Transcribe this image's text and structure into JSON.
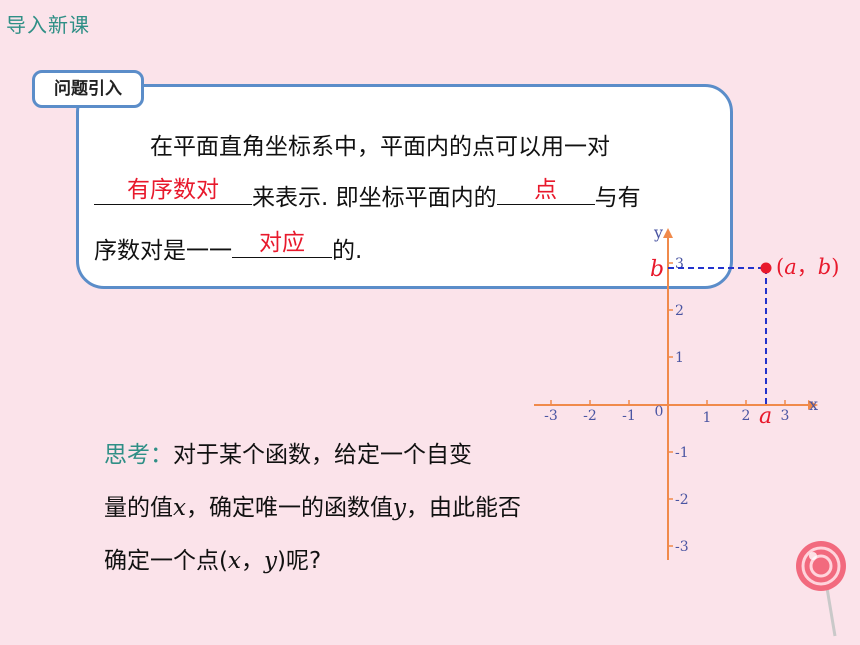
{
  "header": {
    "title": "导入新课"
  },
  "badge": {
    "label": "问题引入"
  },
  "question": {
    "line1": "在平面直角坐标系中，平面内的点可以用一对",
    "line2_mid": "来表示. 即坐标平面内的",
    "line2_end": "与有",
    "line3_start": "序数对是一一",
    "line3_end": "的.",
    "answer1": "有序数对",
    "answer2": "点",
    "answer3": "对应"
  },
  "think": {
    "lead": "思考：",
    "line1": "对于某个函数，给定一个自变",
    "line2_a": "量的值",
    "var_x": "x",
    "line2_b": "，确定唯一的函数值",
    "var_y": "y",
    "line2_c": "，由此能否",
    "line3_a": "确定一个点(",
    "line3_b": "，",
    "line3_c": ")呢?"
  },
  "graph": {
    "x_axis_label": "x",
    "y_axis_label": "y",
    "origin_label": "0",
    "x_ticks": [
      "-3",
      "-2",
      "-1",
      "1",
      "2",
      "3"
    ],
    "y_ticks": [
      "3",
      "2",
      "1",
      "-1",
      "-2",
      "-3"
    ],
    "point_label_open": "(",
    "point_label_a": "a",
    "point_label_comma": "，",
    "point_label_b": "b",
    "point_label_close": ")",
    "a_label": "a",
    "b_label": "b",
    "axis_color": "#f08a4b",
    "tick_color": "#4a55a2",
    "guide_color": "#2233cc",
    "point_color": "#e8192c"
  }
}
